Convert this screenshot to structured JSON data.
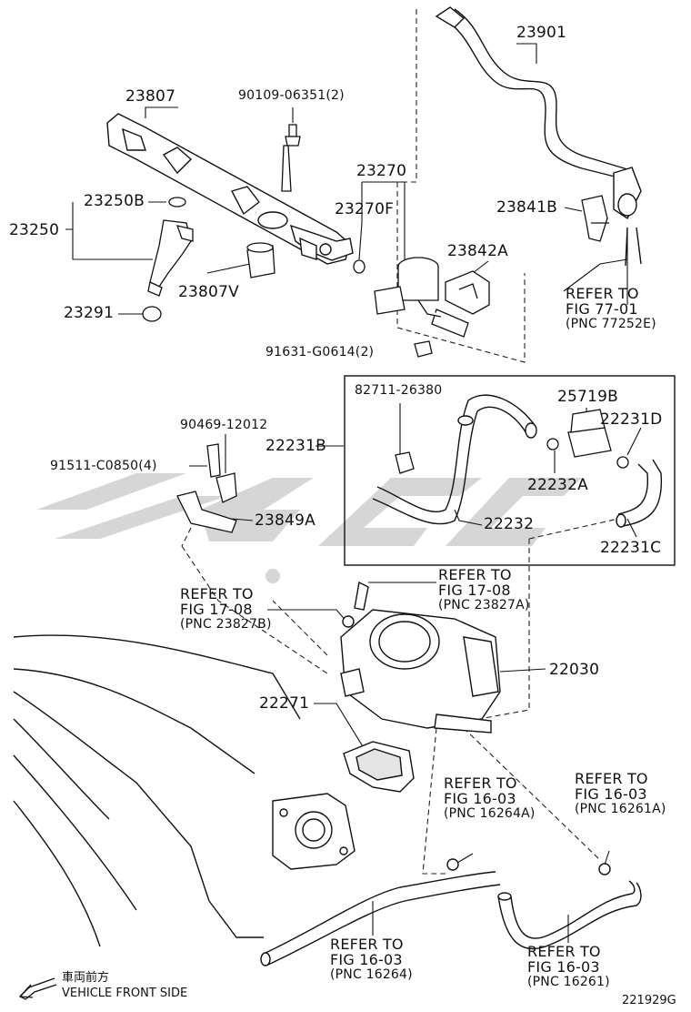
{
  "labels": {
    "p23901": "23901",
    "p23807": "23807",
    "p90109": "90109-06351(2)",
    "p23270": "23270",
    "p23250b": "23250B",
    "p23270f": "23270F",
    "p23250": "23250",
    "p23842a": "23842A",
    "p23841b": "23841B",
    "p23807v": "23807V",
    "p23291": "23291",
    "p91631": "91631-G0614(2)",
    "p82711": "82711-26380",
    "p25719b": "25719B",
    "p22231d": "22231D",
    "p90469": "90469-12012",
    "p22231b": "22231B",
    "p91511": "91511-C0850(4)",
    "p22232a": "22232A",
    "p22232": "22232",
    "p23849a": "23849A",
    "p22231c": "22231C",
    "p22030": "22030",
    "p22271": "22271"
  },
  "refs": {
    "r77": {
      "line1": "REFER TO",
      "line2": "FIG 77-01",
      "line3": "(PNC 77252E)"
    },
    "r17a": {
      "line1": "REFER TO",
      "line2": "FIG 17-08",
      "line3": "(PNC 23827A)"
    },
    "r17b": {
      "line1": "REFER TO",
      "line2": "FIG 17-08",
      "line3": "(PNC 23827B)"
    },
    "r16a": {
      "line1": "REFER TO",
      "line2": "FIG 16-03",
      "line3": "(PNC 16264A)"
    },
    "r16b": {
      "line1": "REFER TO",
      "line2": "FIG 16-03",
      "line3": "(PNC 16261A)"
    },
    "r16c": {
      "line1": "REFER TO",
      "line2": "FIG 16-03",
      "line3": "(PNC 16264)"
    },
    "r16d": {
      "line1": "REFER TO",
      "line2": "FIG 16-03",
      "line3": "(PNC 16261)"
    }
  },
  "footer": {
    "jp_label": "車両前方",
    "vehicle_front": "VEHICLE FRONT SIDE",
    "figure_code": "221929G"
  },
  "watermark": {
    "color": "#cfcfcf",
    "text": "CJ-GC"
  }
}
